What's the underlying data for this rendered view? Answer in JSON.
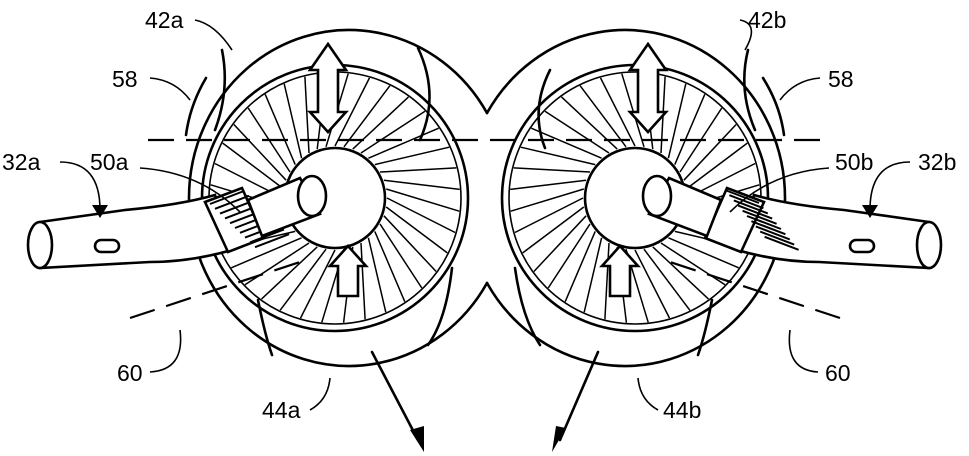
{
  "labels": {
    "l42a": "42a",
    "l42b": "42b",
    "l58_left": "58",
    "l58_right": "58",
    "l32a": "32a",
    "l32b": "32b",
    "l50a": "50a",
    "l50b": "50b",
    "l60_left": "60",
    "l60_right": "60",
    "l44a": "44a",
    "l44b": "44b"
  },
  "rotors": {
    "blade_count": 36
  }
}
